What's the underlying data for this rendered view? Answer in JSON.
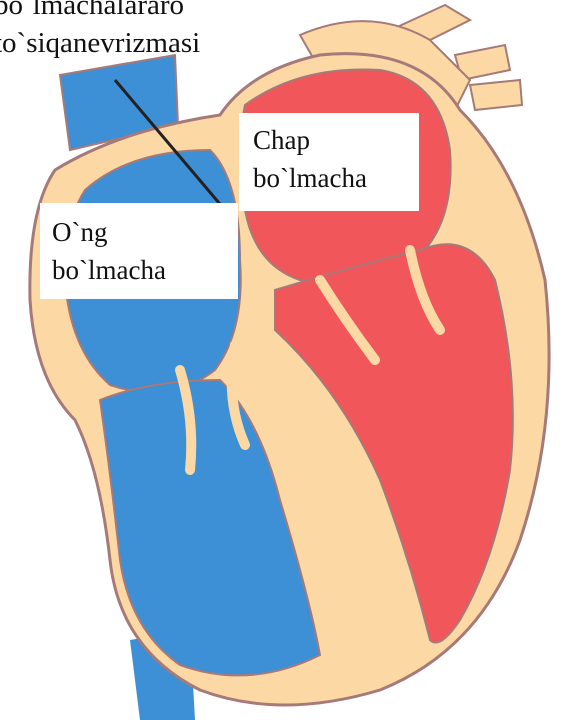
{
  "caption": {
    "line1": "bo`lmachalararo",
    "line2": "to`siqanevrizmasi"
  },
  "labels": {
    "left_atrium": {
      "line1": "Chap",
      "line2": "bo`lmacha"
    },
    "right_atrium": {
      "line1": "O`ng",
      "line2": "bo`lmacha"
    }
  },
  "colors": {
    "deoxygenated_blood": "#3d8fd6",
    "oxygenated_blood": "#f0565a",
    "heart_wall": "#fcd8a4",
    "outline": "#a67a78"
  }
}
